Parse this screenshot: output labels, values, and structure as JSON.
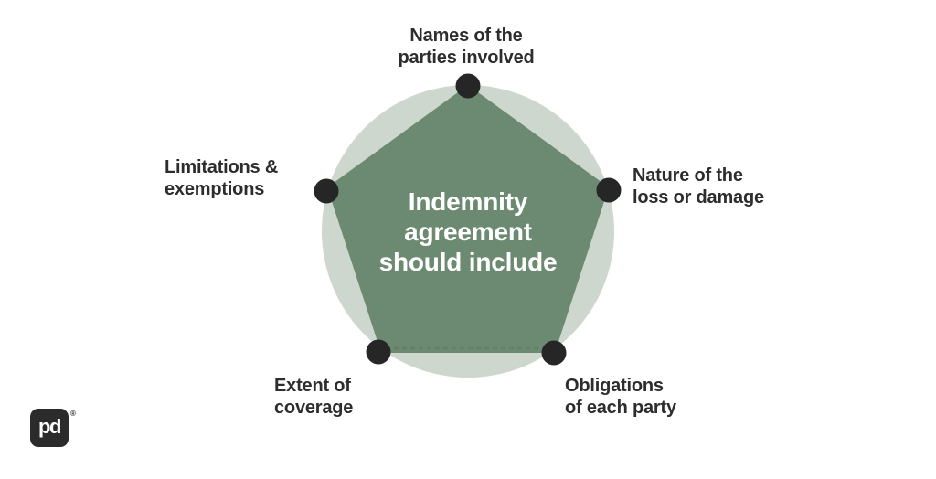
{
  "title": "Indemnity agreement should include — pentagon diagram",
  "colors": {
    "background": "#ffffff",
    "circle_fill": "#cdd7cd",
    "pentagon_fill": "#6c8a71",
    "pentagon_bottom_accent": "#5d7a63",
    "vertex_dot": "#262626",
    "label_text": "#2d2d2d",
    "center_text": "#ffffff",
    "logo_bg": "#2b2b2b",
    "logo_text": "#ffffff"
  },
  "center": {
    "line1": "Indemnity",
    "line2": "agreement",
    "line3": "should include"
  },
  "labels": {
    "top": {
      "line1": "Names of the",
      "line2": "parties involved"
    },
    "right": {
      "line1": "Nature of the",
      "line2": "loss or damage"
    },
    "bottom_right": {
      "line1": "Obligations",
      "line2": "of each party"
    },
    "bottom_left": {
      "line1": "Extent of",
      "line2": "coverage"
    },
    "left": {
      "line1": "Limitations &",
      "line2": "exemptions"
    }
  },
  "logo": {
    "text": "pd",
    "registered_mark": "®"
  }
}
